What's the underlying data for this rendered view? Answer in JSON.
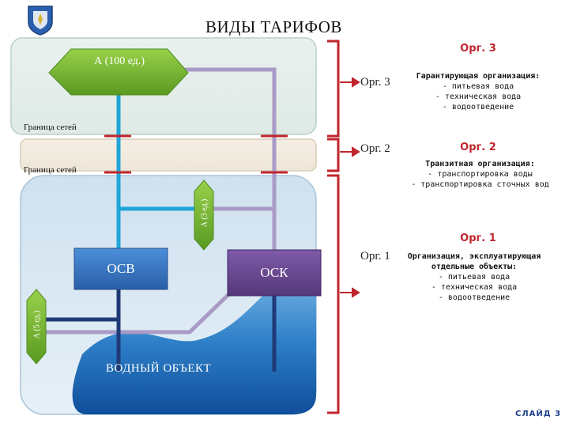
{
  "title": "ВИДЫ ТАРИФОВ",
  "boundary_top": "Граница сетей",
  "boundary_bottom": "Граница сетей",
  "tariff_a_main": "А (100 ед.)",
  "tariff_a_small": "А (3 ед.)",
  "tariff_a_side": "А (5 ед.)",
  "osv_label": "ОСВ",
  "osk_label": "ОСК",
  "water_body_label": "ВОДНЫЙ ОБЪЕКТ",
  "orgs": {
    "org3": {
      "side_label": "Орг. 3",
      "heading": "Орг. 3",
      "desc_title": "Гарантирующая организация:",
      "lines": [
        "- питьевая вода",
        "- техническая вода",
        "- водоотведение"
      ]
    },
    "org2": {
      "side_label": "Орг. 2",
      "heading": "Орг. 2",
      "desc_title": "Транзитная организация:",
      "lines": [
        "- транспортировка воды",
        "- транспортировка сточных вод"
      ]
    },
    "org1": {
      "side_label": "Орг. 1",
      "heading": "Орг. 1",
      "desc_title": "Организация, эксплуатирующая отдельные объекты:",
      "lines": [
        "- питьевая вода",
        "- техническая вода",
        "- водоотведение"
      ]
    }
  },
  "slide_label": "СЛАЙД 3",
  "colors": {
    "accent_red": "#c0262d",
    "pipe_blue": "#1fa6d8",
    "pipe_lilac": "#a99bc6",
    "pipe_navy": "#1f3a78",
    "hexagon_green": "#7fbf3a",
    "osv_blue": "#3a78c4",
    "osk_purple": "#6a4a95"
  },
  "icons": {
    "logo": "coat-of-arms-icon"
  }
}
